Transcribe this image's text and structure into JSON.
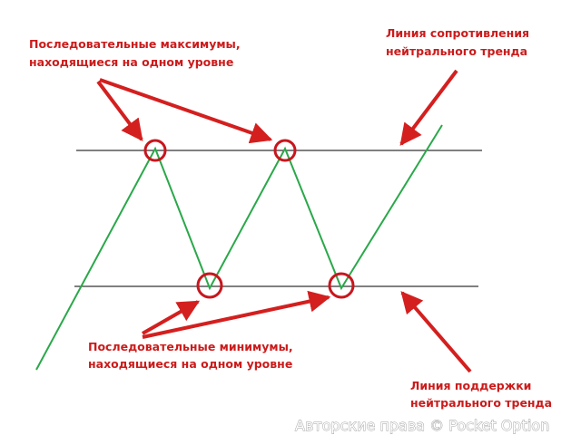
{
  "labels": {
    "highs_line1": "Последовательные максимумы,",
    "highs_line2": "находящиеся на одном уровне",
    "resistance_line1": "Линия сопротивления",
    "resistance_line2": "нейтрального тренда",
    "lows_line1": "Последовательные минимумы,",
    "lows_line2": "находящиеся на одном уровне",
    "support_line1": "Линия поддержки",
    "support_line2": "нейтрального тренда"
  },
  "watermark": "Авторские права © Pocket Option",
  "colors": {
    "price_line": "#2aa84a",
    "levels": "#000000",
    "annotation": "#cc1b1b"
  }
}
